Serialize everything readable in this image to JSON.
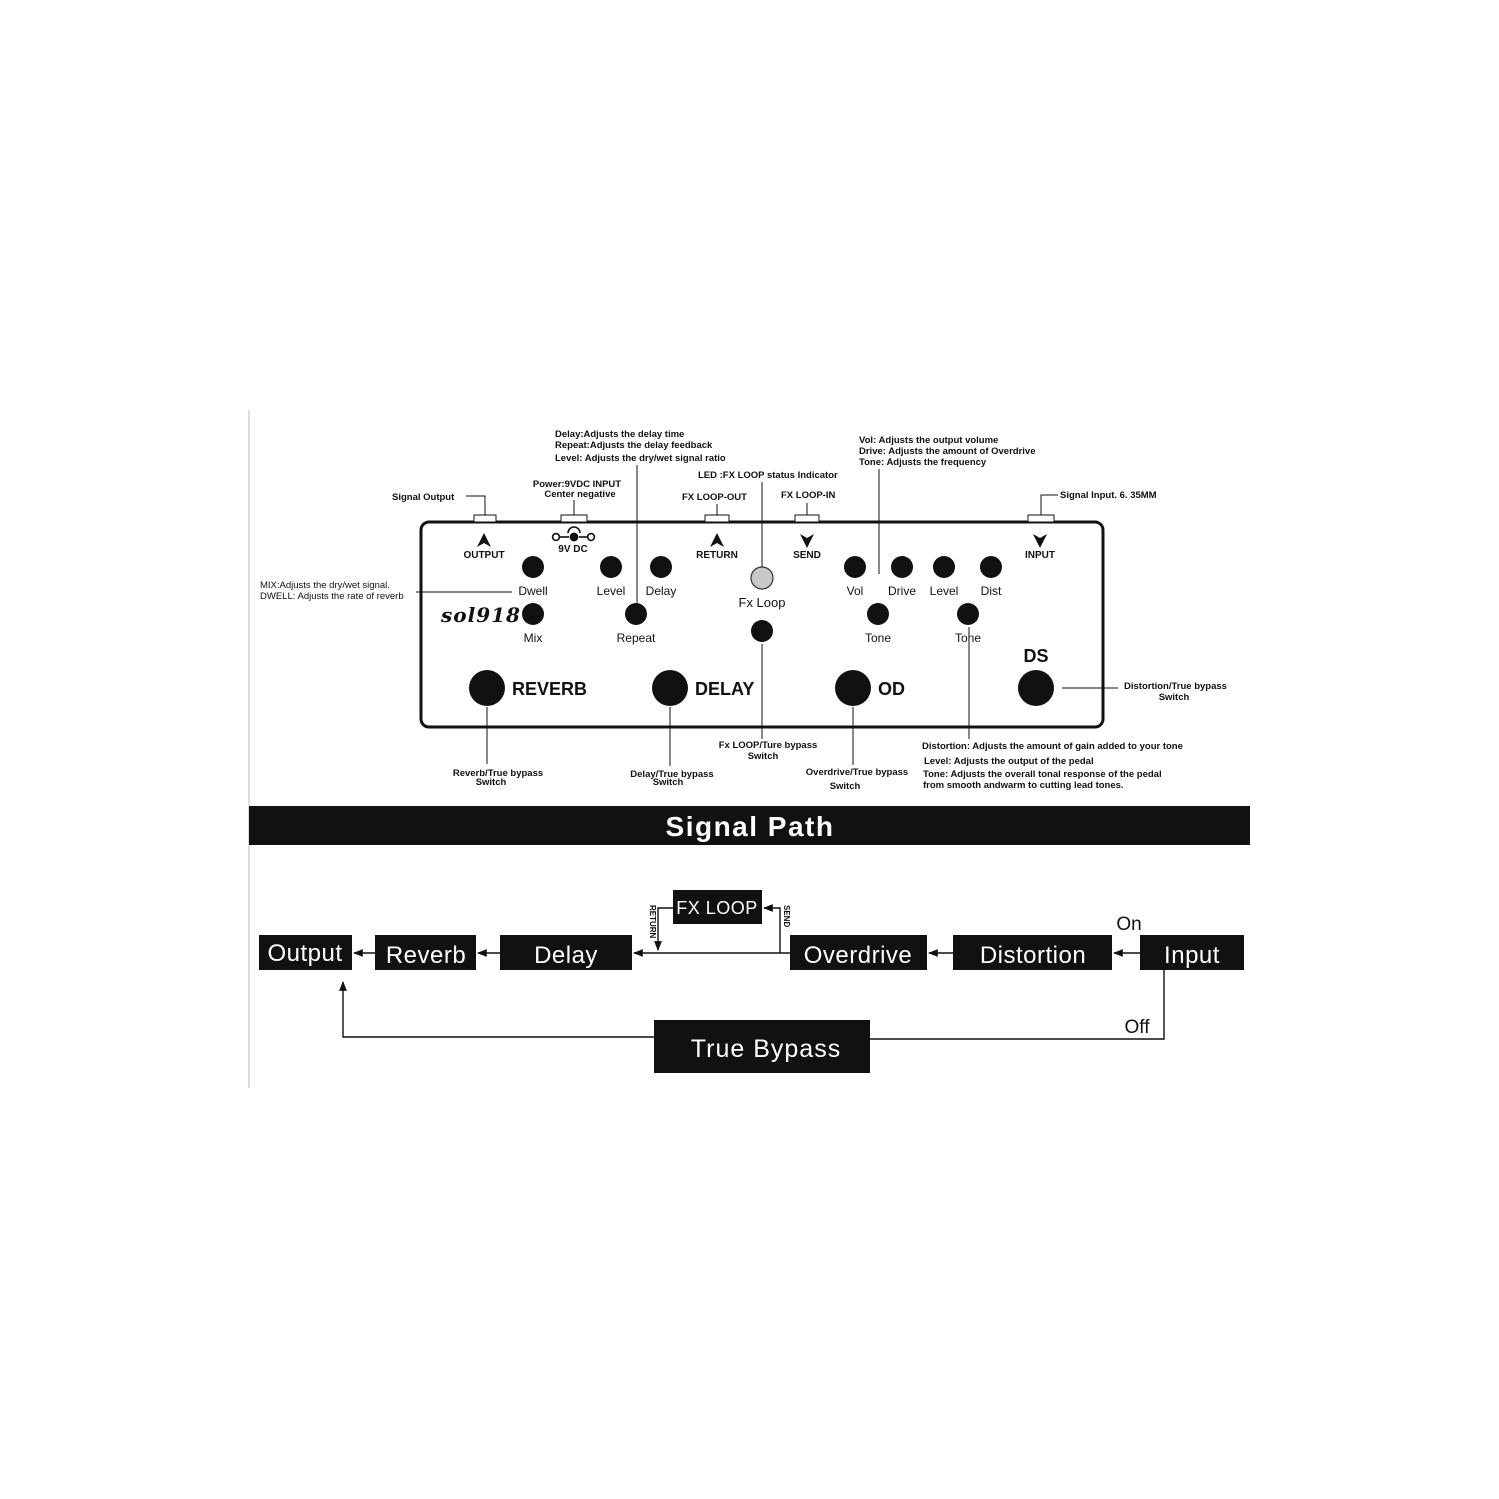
{
  "pedal": {
    "brand": "sol918",
    "jacks": {
      "output": "OUTPUT",
      "power_label": "9V DC",
      "return": "RETURN",
      "send": "SEND",
      "input": "INPUT"
    },
    "knobs": {
      "dwell": "Dwell",
      "mix": "Mix",
      "level_delay": "Level",
      "delay": "Delay",
      "repeat": "Repeat",
      "fx_loop": "Fx Loop",
      "vol": "Vol",
      "drive": "Drive",
      "level_dist": "Level",
      "dist": "Dist",
      "tone_od": "Tone",
      "tone_ds": "Tone"
    },
    "switches": {
      "reverb": "REVERB",
      "delay": "DELAY",
      "od": "OD",
      "ds": "DS"
    }
  },
  "annotations": {
    "delay_lines": [
      "Delay:Adjusts the delay time",
      "Repeat:Adjusts the delay feedback",
      "Level: Adjusts the dry/wet signal ratio"
    ],
    "od_lines": [
      "Vol:  Adjusts the output volume",
      "Drive:  Adjusts the amount of Overdrive",
      "Tone:  Adjusts the frequency"
    ],
    "led": "LED  :FX LOOP status Indicator",
    "signal_output": "Signal Output",
    "power_lines": [
      "Power:9VDC INPUT",
      "Center negative"
    ],
    "fx_loop_out": "FX LOOP-OUT",
    "fx_loop_in": "FX LOOP-IN",
    "signal_input": "Signal Input. 6. 35MM",
    "reverb_lines": [
      "MIX:Adjusts the dry/wet signal.",
      "DWELL: Adjusts the rate of reverb"
    ],
    "ds_switch_lines": [
      "Distortion/True bypass",
      "Switch"
    ],
    "reverb_switch_lines": [
      "Reverb/True bypass",
      "Switch"
    ],
    "delay_switch_lines": [
      "Delay/True bypass",
      "Switch"
    ],
    "fx_switch_lines": [
      "Fx LOOP/Ture bypass",
      "Switch"
    ],
    "od_switch_lines": [
      "Overdrive/True bypass",
      "Switch"
    ],
    "dist_lines": [
      "Distortion: Adjusts the amount of gain added to your tone",
      "Level:  Adjusts the output of the pedal",
      "Tone:  Adjusts the overall tonal response of the pedal",
      "from smooth andwarm to cutting lead tones."
    ]
  },
  "signal_path": {
    "title": "Signal Path",
    "blocks": {
      "output": "Output",
      "reverb": "Reverb",
      "delay": "Delay",
      "fx_loop": "FX  LOOP",
      "overdrive": "Overdrive",
      "distortion": "Distortion",
      "input": "Input",
      "true_bypass": "True Bypass"
    },
    "on": "On",
    "off": "Off",
    "return": "RETURN",
    "send": "SEND"
  },
  "colors": {
    "ink": "#111111",
    "paper": "#ffffff",
    "led": "#c8c8c8"
  }
}
